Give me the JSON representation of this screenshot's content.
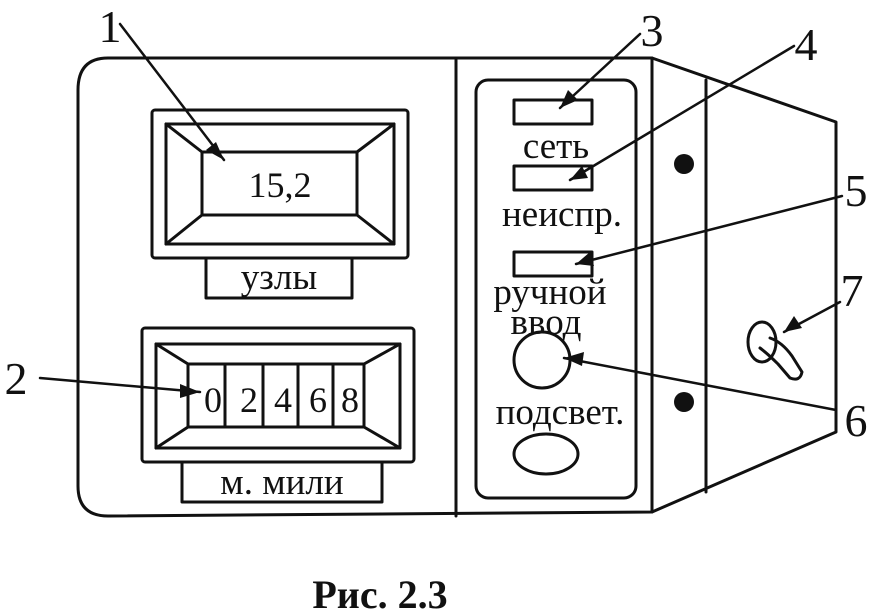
{
  "device": {
    "speed_display": "15,2",
    "speed_unit": "узлы",
    "counter_digits": [
      "0",
      "2",
      "4",
      "6",
      "8"
    ],
    "distance_unit": "м. мили"
  },
  "indicators": {
    "network_label": "сеть",
    "fault_label": "неиспр.",
    "manual_input_line1": "ручной",
    "manual_input_line2": "ввод",
    "backlight_label": "подсвет."
  },
  "callouts": [
    "1",
    "2",
    "3",
    "4",
    "5",
    "6",
    "7"
  ],
  "caption": "Рис. 2.3"
}
